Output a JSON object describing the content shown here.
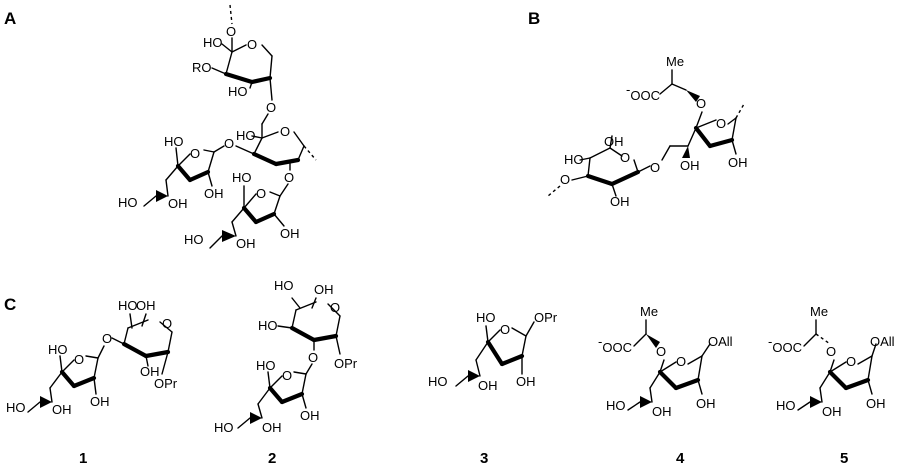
{
  "panels": {
    "a": "A",
    "b": "B",
    "c": "C"
  },
  "compound_numbers": [
    "1",
    "2",
    "3",
    "4",
    "5"
  ],
  "atom_labels": {
    "O": "O",
    "OH": "OH",
    "HO": "HO",
    "RO": "RO",
    "OPr": "OPr",
    "OAll": "OAll",
    "Me": "Me",
    "carboxylate": "OOC",
    "minus": "-"
  }
}
